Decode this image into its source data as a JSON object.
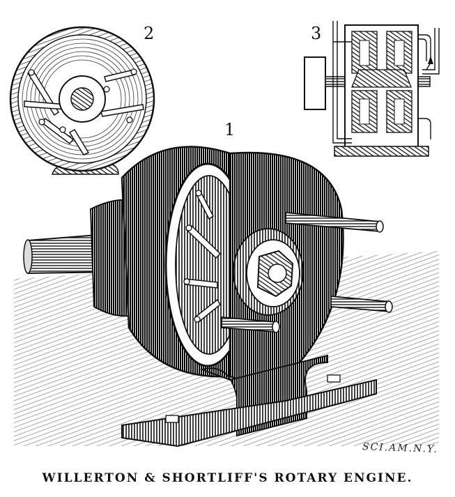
{
  "figures": {
    "fig1_label": "1",
    "fig2_label": "2",
    "fig3_label": "3"
  },
  "signature": "SCI.AM.N.Y.",
  "caption": "WILLERTON & SHORTLIFF'S ROTARY ENGINE."
}
